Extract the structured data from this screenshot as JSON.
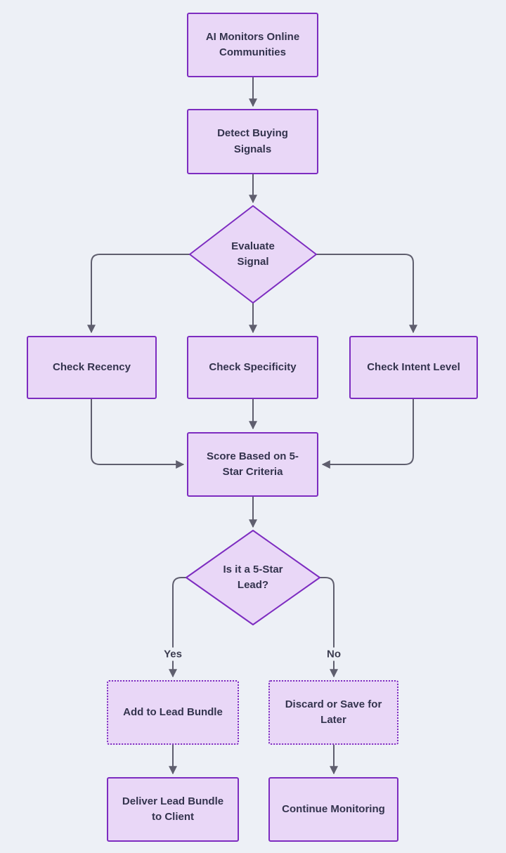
{
  "diagram": {
    "type": "flowchart",
    "direction": "top-down",
    "nodes": {
      "monitor": {
        "label": "AI Monitors Online Communities",
        "shape": "rect"
      },
      "detect": {
        "label": "Detect Buying Signals",
        "shape": "rect"
      },
      "evaluate": {
        "label": "Evaluate Signal",
        "shape": "diamond"
      },
      "recency": {
        "label": "Check Recency",
        "shape": "rect"
      },
      "specificity": {
        "label": "Check Specificity",
        "shape": "rect"
      },
      "intent": {
        "label": "Check Intent Level",
        "shape": "rect"
      },
      "score": {
        "label": "Score Based on 5-Star Criteria",
        "shape": "rect"
      },
      "decision": {
        "label": "Is it a 5-Star Lead?",
        "shape": "diamond"
      },
      "add_bundle": {
        "label": "Add to Lead Bundle",
        "shape": "rect-dotted"
      },
      "discard": {
        "label": "Discard or Save for Later",
        "shape": "rect-dotted"
      },
      "deliver": {
        "label": "Deliver Lead Bundle to Client",
        "shape": "rect"
      },
      "continue": {
        "label": "Continue Monitoring",
        "shape": "rect"
      }
    },
    "edges": [
      {
        "from": "monitor",
        "to": "detect",
        "label": ""
      },
      {
        "from": "detect",
        "to": "evaluate",
        "label": ""
      },
      {
        "from": "evaluate",
        "to": "recency",
        "label": ""
      },
      {
        "from": "evaluate",
        "to": "specificity",
        "label": ""
      },
      {
        "from": "evaluate",
        "to": "intent",
        "label": ""
      },
      {
        "from": "recency",
        "to": "score",
        "label": ""
      },
      {
        "from": "specificity",
        "to": "score",
        "label": ""
      },
      {
        "from": "intent",
        "to": "score",
        "label": ""
      },
      {
        "from": "score",
        "to": "decision",
        "label": ""
      },
      {
        "from": "decision",
        "to": "add_bundle",
        "label": "Yes"
      },
      {
        "from": "decision",
        "to": "discard",
        "label": "No"
      },
      {
        "from": "add_bundle",
        "to": "deliver",
        "label": ""
      },
      {
        "from": "discard",
        "to": "continue",
        "label": ""
      }
    ],
    "colors": {
      "background": "#edf0f6",
      "node_fill": "#e9d7f7",
      "node_border": "#7d2cc0",
      "node_text": "#33334d",
      "edge": "#5f5e6e",
      "edge_label_text": "#3c3c50"
    }
  }
}
